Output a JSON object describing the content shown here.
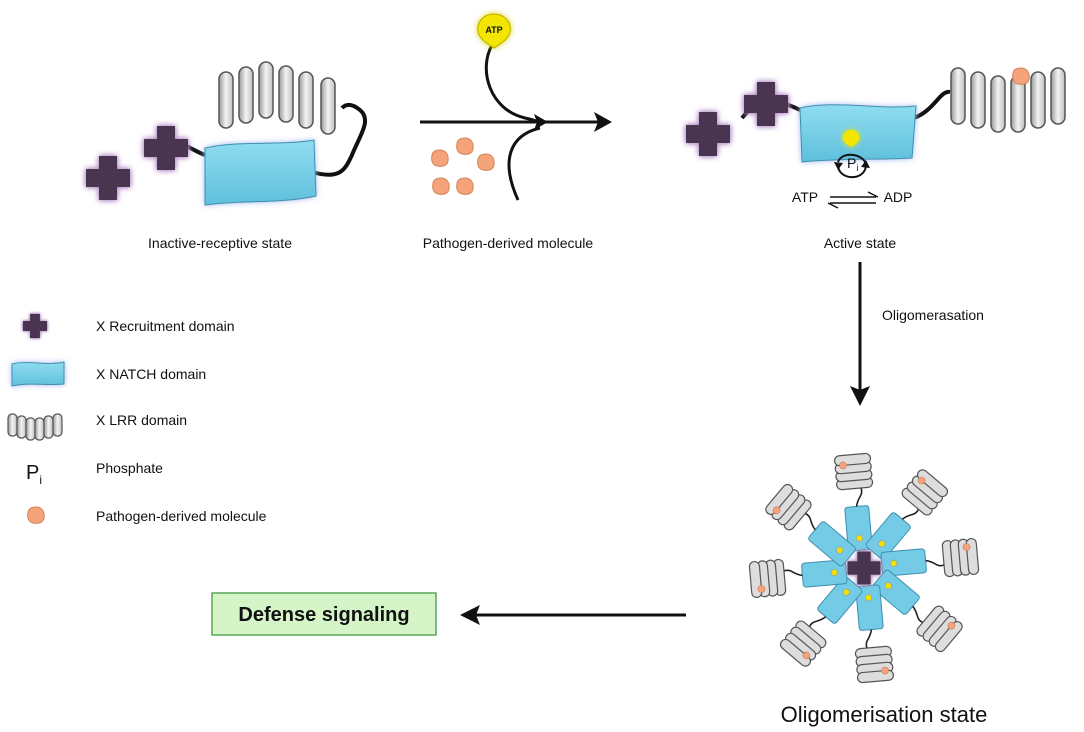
{
  "stages": {
    "inactive_label": "Inactive-receptive  state",
    "pathogen_label": "Pathogen-derived molecule",
    "active_label": "Active state",
    "oligomerisation_label": "Oligomerisation state"
  },
  "transitions": {
    "oligomerisation_step": "Oligomerasation",
    "atp_badge": "ATP",
    "phosphate_main": "P",
    "phosphate_sub": "i",
    "atp_text": "ATP",
    "adp_text": "ADP"
  },
  "legend": {
    "recruitment": "X  Recruitment domain",
    "natch": "X  NATCH domain",
    "lrr": "X  LRR domain",
    "phosphate_symbol_main": "P",
    "phosphate_symbol_sub": "i",
    "phosphate": "Phosphate",
    "pathogen": "Pathogen-derived molecule"
  },
  "output": {
    "defense_signaling": "Defense signaling"
  },
  "colors": {
    "recruitment_fill": "#4a3550",
    "recruitment_glow": "#b58ec9",
    "natch_fill": "#78d0e8",
    "natch_glow": "#9fb8f0",
    "lrr_fill": "#eeeeee",
    "lrr_stroke": "#555555",
    "pathogen_fill": "#f4a37a",
    "atp_fill": "#f2e600",
    "signal_box_fill": "#d5f5c8",
    "signal_box_border": "#5aa55a"
  }
}
